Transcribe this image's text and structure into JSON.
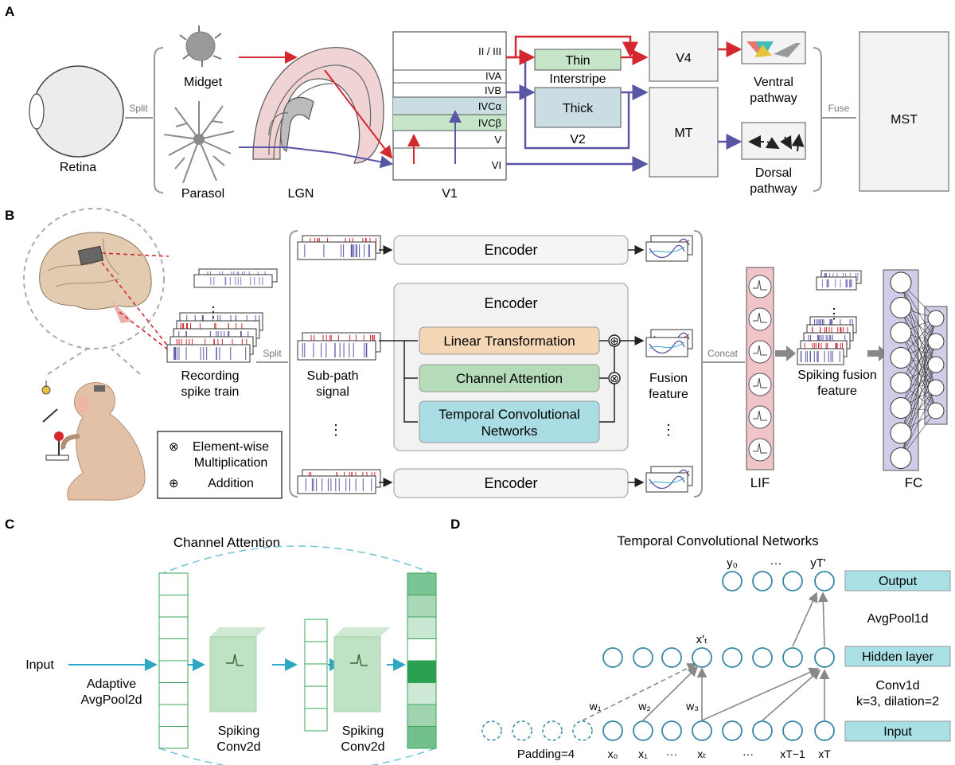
{
  "panel_letters": {
    "a": "A",
    "b": "B",
    "c": "C",
    "d": "D"
  },
  "panel_a": {
    "retina": "Retina",
    "split": "Split",
    "midget": "Midget",
    "parasol": "Parasol",
    "lgn": "LGN",
    "v1": "V1",
    "v1_layers": [
      "II / III",
      "IVA",
      "IVB",
      "IVCα",
      "IVCβ",
      "V",
      "VI"
    ],
    "thin": "Thin",
    "interstripe": "Interstripe",
    "thick": "Thick",
    "v2": "V2",
    "v4": "V4",
    "mt": "MT",
    "ventral_1": "Ventral",
    "ventral_2": "pathway",
    "dorsal_1": "Dorsal",
    "dorsal_2": "pathway",
    "fuse": "Fuse",
    "mst": "MST"
  },
  "panel_b": {
    "recording_1": "Recording",
    "recording_2": "spike train",
    "split": "Split",
    "subpath_1": "Sub-path",
    "subpath_2": "signal",
    "encoder": "Encoder",
    "linear": "Linear Transformation",
    "channel_attention": "Channel Attention",
    "tcn_1": "Temporal Convolutional",
    "tcn_2": "Networks",
    "fusion_1": "Fusion",
    "fusion_2": "feature",
    "concat": "Concat",
    "spiking_fusion_1": "Spiking fusion",
    "spiking_fusion_2": "feature",
    "lif": "LIF",
    "fc": "FC",
    "legend_mult_1": "Element-wise",
    "legend_mult_2": "Multiplication",
    "legend_add": "Addition",
    "sym_mult": "⊗",
    "sym_add": "⊕",
    "vdots": "⋮"
  },
  "panel_c": {
    "title": "Channel Attention",
    "input": "Input",
    "adaptive_1": "Adaptive",
    "adaptive_2": "AvgPool2d",
    "spiking_1": "Spiking",
    "spiking_2": "Conv2d",
    "output_fill_levels": [
      0.55,
      0.3,
      0.12,
      0.0,
      1.0,
      0.1,
      0.35,
      0.6
    ]
  },
  "panel_d": {
    "title": "Temporal Convolutional Networks",
    "output": "Output",
    "avgpool": "AvgPool1d",
    "hidden": "Hidden layer",
    "conv1": "Conv1d",
    "conv2": "k=3, dilation=2",
    "input": "Input",
    "padding": "Padding=4",
    "y0": "y₀",
    "yT": "yT'",
    "xt_prime": "x'ₜ",
    "w1": "w₁",
    "w2": "w₂",
    "w3": "w₃",
    "x0": "x₀",
    "x1": "x₁",
    "xt": "xₜ",
    "xT1": "xT−1",
    "xT": "xT",
    "ellipsis": "···"
  },
  "colors": {
    "red": "#d3282f",
    "blue": "#5a56a6",
    "green_box": "#c7e6c9",
    "blue_box": "#c9dde3",
    "linear": "#f5d7b5",
    "ca": "#b6dbb8",
    "tcn": "#a9dde3",
    "lif": "#f0c4c8",
    "fc": "#cfcde8",
    "teal": "#2ea7c2",
    "cyan_box": "#a8e0e6",
    "node": "#3a86a6"
  }
}
